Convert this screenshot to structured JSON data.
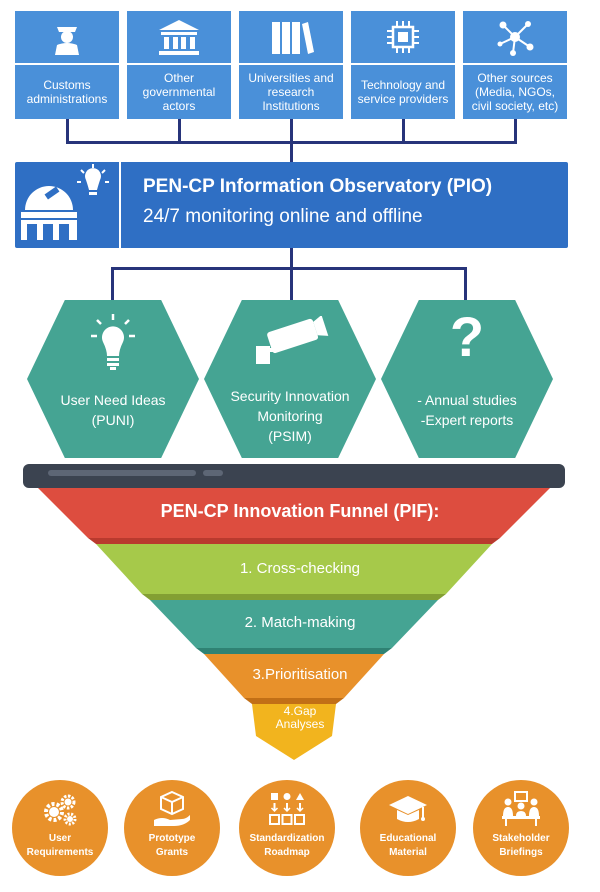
{
  "sources": [
    {
      "label": "Customs administrations",
      "icon": "officer-icon"
    },
    {
      "label": "Other governmental actors",
      "icon": "government-building-icon"
    },
    {
      "label": "Universities and research Institutions",
      "icon": "books-icon"
    },
    {
      "label": "Technology and service providers",
      "icon": "chip-icon"
    },
    {
      "label": "Other sources (Media, NGOs, civil society, etc)",
      "icon": "network-icon"
    }
  ],
  "pio": {
    "title": "PEN-CP Information Observatory (PIO)",
    "subtitle": "24/7 monitoring online and offline",
    "icons": [
      "lightbulb-icon",
      "observatory-icon"
    ]
  },
  "hexagons": [
    {
      "line1": "User Need Ideas",
      "line2": "(PUNI)",
      "line3": "",
      "icon": "lightbulb-icon"
    },
    {
      "line1": "Security Innovation",
      "line2": "Monitoring",
      "line3": "(PSIM)",
      "icon": "camera-icon"
    },
    {
      "line1": "- Annual studies",
      "line2": "-Expert reports",
      "line3": "",
      "icon": "question-mark-icon"
    }
  ],
  "funnel": {
    "title": "PEN-CP Innovation Funnel (PIF):",
    "steps": [
      "1. Cross-checking",
      "2. Match-making",
      "3.Prioritisation"
    ],
    "gap_line1": "4.Gap",
    "gap_line2": "Analyses",
    "colors": [
      "#dd4d3f",
      "#a6c94a",
      "#45a493",
      "#e8912b",
      "#f2b41e"
    ]
  },
  "outputs": [
    {
      "line1": "User",
      "line2": "Requirements",
      "icon": "gears-icon"
    },
    {
      "line1": "Prototype",
      "line2": "Grants",
      "icon": "hand-box-icon"
    },
    {
      "line1": "Standardization",
      "line2": "Roadmap",
      "icon": "shapes-icon"
    },
    {
      "line1": "Educational",
      "line2": "Material",
      "icon": "graduation-cap-icon"
    },
    {
      "line1": "Stakeholder",
      "line2": "Briefings",
      "icon": "meeting-icon"
    }
  ]
}
